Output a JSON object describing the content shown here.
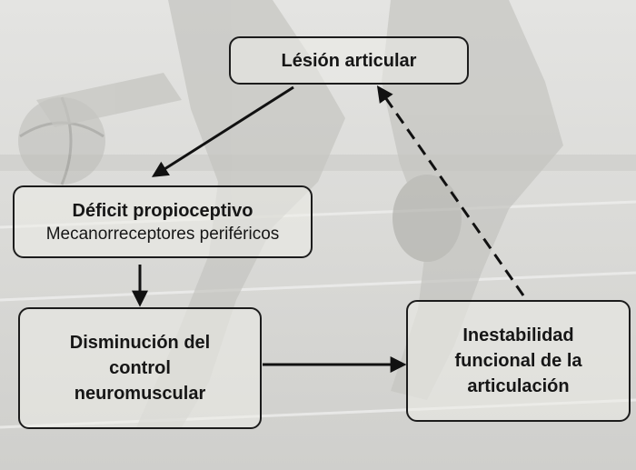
{
  "nodes": {
    "lesion": {
      "title": "Lésión articular"
    },
    "deficit": {
      "title": "Déficit propioceptivo",
      "subtitle": "Mecanorreceptores periféricos"
    },
    "control": {
      "title": "Disminución del control neuromuscular"
    },
    "inestabilidad": {
      "title": "Inestabilidad funcional de la articulación"
    }
  },
  "edges": [
    {
      "from": "lesion",
      "to": "deficit",
      "style": "solid"
    },
    {
      "from": "deficit",
      "to": "control",
      "style": "solid"
    },
    {
      "from": "control",
      "to": "inestabilidad",
      "style": "solid"
    },
    {
      "from": "inestabilidad",
      "to": "lesion",
      "style": "dashed"
    }
  ],
  "colors": {
    "stroke": "#111111",
    "node_fill": "#ecece8",
    "background": "#dcdcd9"
  },
  "background_image": "grayscale basketball players photo"
}
